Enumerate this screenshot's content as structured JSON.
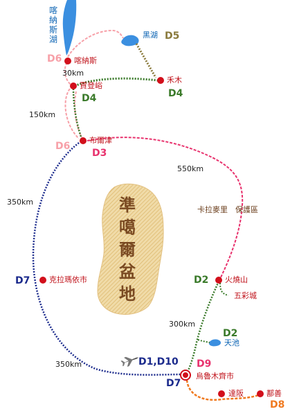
{
  "colors": {
    "pink_route": "#f7a0a8",
    "magenta_route": "#e8336e",
    "navy_route": "#1b2a8c",
    "green_route": "#3a7a2a",
    "orange_route": "#f07a20",
    "olive_route": "#8a7a3c",
    "water": "#3b8fe0",
    "city_dot": "#d20f1b",
    "basin_fill": "#e9c98a"
  },
  "lakes": {
    "kanas_lake": "喀納斯湖",
    "black_lake": "黑湖",
    "heaven_lake": "天池"
  },
  "basin": {
    "chars": [
      "準",
      "噶",
      "爾",
      "盆",
      "地"
    ]
  },
  "region_label": "卡拉麥里　保護區",
  "places": {
    "kanas": "喀納斯",
    "hemu": "禾木",
    "jiadengyu": "賈登峪",
    "burqin": "布爾津",
    "karamay": "克拉瑪依市",
    "huoshaoshan": "火燒山",
    "wucaicheng": "五彩城",
    "urumqi": "烏魯木齊市",
    "dabancheng": "達阪",
    "shanshan": "鄯善"
  },
  "distances": {
    "kanas_jiadengyu": "30km",
    "jiadengyu_burqin": "150km",
    "burqin_karamay": "350km",
    "karamay_urumqi": "350km",
    "burqin_huoshaoshan": "550km",
    "huoshaoshan_urumqi": "300km"
  },
  "days": {
    "d6_kanas": "D6",
    "d5_black_lake": "D5",
    "d4_jiadengyu": "D4",
    "d4_hemu": "D4",
    "d6_burqin": "D6",
    "d3_burqin": "D3",
    "d7_karamay": "D7",
    "d2_huoshaoshan": "D2",
    "d2_heaven_lake": "D2",
    "d1_d10_urumqi": "D1,D10",
    "d9_urumqi": "D9",
    "d7_urumqi": "D7",
    "d8_shanshan": "D8"
  }
}
